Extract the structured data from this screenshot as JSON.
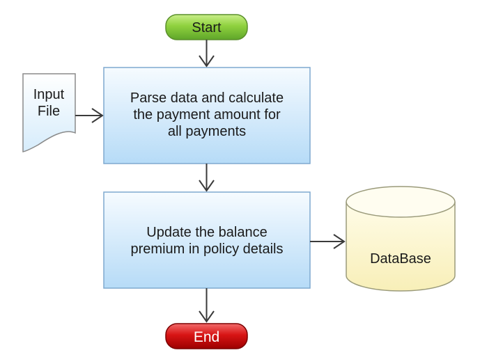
{
  "nodes": {
    "start": {
      "label": "Start",
      "color": "#7dc142"
    },
    "input_file": {
      "line1": "Input",
      "line2": "File"
    },
    "process1": {
      "line1": "Parse data and calculate",
      "line2": "the payment amount for",
      "line3": "all payments"
    },
    "process2": {
      "line1": "Update the balance",
      "line2": "premium in policy details"
    },
    "database": {
      "label": "DataBase",
      "color": "#fdf6c8"
    },
    "end": {
      "label": "End",
      "color": "#d31111"
    }
  },
  "colors": {
    "process_top": "#f4f9ff",
    "process_bottom": "#b8dcf6",
    "arrow": "#3a3a3a"
  }
}
